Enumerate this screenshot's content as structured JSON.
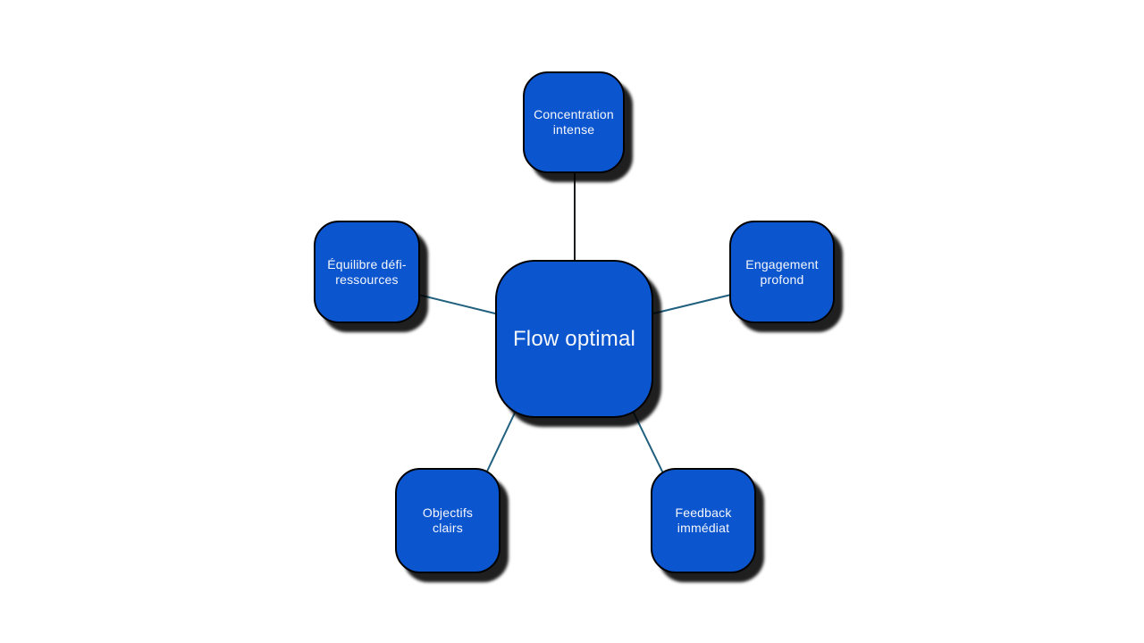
{
  "center": {
    "label": "Flow optimal"
  },
  "nodes": [
    {
      "id": "concentration-intense",
      "label": "Concentration\nintense",
      "position": "top"
    },
    {
      "id": "equilibre-defi-ressources",
      "label": "Équilibre défi-\nressources",
      "position": "left"
    },
    {
      "id": "engagement-profond",
      "label": "Engagement\nprofond",
      "position": "right"
    },
    {
      "id": "objectifs-clairs",
      "label": "Objectifs\nclairs",
      "position": "bottom-left"
    },
    {
      "id": "feedback-immediat",
      "label": "Feedback\nimmédiat",
      "position": "bottom-right"
    }
  ],
  "colors": {
    "background": "#ffffff",
    "node_fill": "#0b55cf",
    "node_border": "#000000",
    "node_text": "#f5f7fa",
    "connector": "#20607e",
    "connector_top": "#191c1f"
  }
}
